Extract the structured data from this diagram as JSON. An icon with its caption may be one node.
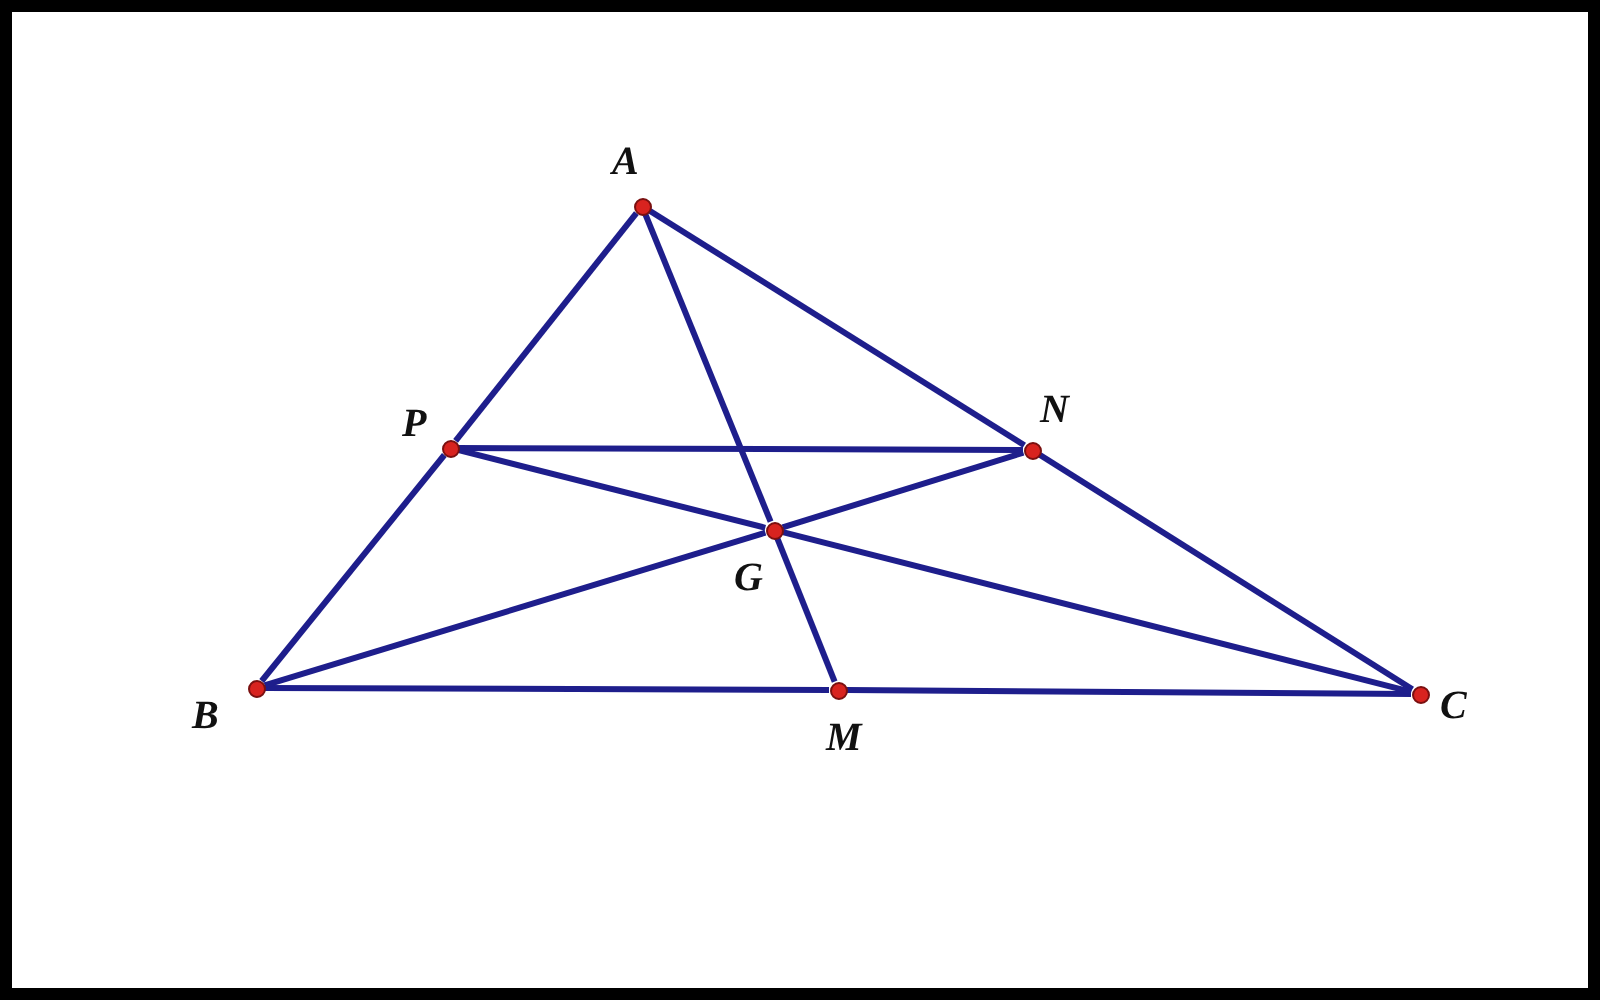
{
  "diagram": {
    "nodes": [
      {
        "text": [
          "A"
        ]
      },
      {
        "text": [
          "P"
        ]
      },
      {
        "text": [
          "N"
        ]
      },
      {
        "text": [
          "G"
        ]
      },
      {
        "text": [
          "B"
        ]
      },
      {
        "text": [
          "M"
        ]
      },
      {
        "text": [
          "C"
        ]
      }
    ],
    "edges": [
      {
        "from": 0,
        "to": 1,
        "arrow": "none"
      },
      {
        "from": 1,
        "to": 4,
        "arrow": "none"
      },
      {
        "from": 4,
        "to": 5,
        "arrow": "none"
      },
      {
        "from": 5,
        "to": 6,
        "arrow": "none"
      },
      {
        "from": 6,
        "to": 2,
        "arrow": "none"
      },
      {
        "from": 2,
        "to": 0,
        "arrow": "none"
      },
      {
        "from": 0,
        "to": 3,
        "arrow": "none"
      },
      {
        "from": 3,
        "to": 5,
        "arrow": "none"
      },
      {
        "from": 4,
        "to": 3,
        "arrow": "none"
      },
      {
        "from": 3,
        "to": 2,
        "arrow": "none"
      },
      {
        "from": 6,
        "to": 3,
        "arrow": "none"
      },
      {
        "from": 3,
        "to": 1,
        "arrow": "none"
      },
      {
        "from": 1,
        "to": 2,
        "arrow": "none"
      }
    ]
  }
}
